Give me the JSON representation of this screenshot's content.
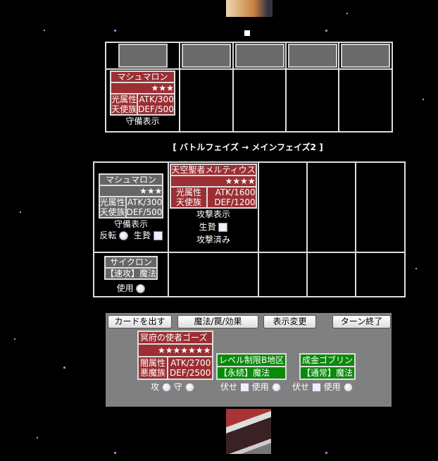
{
  "opponent": {
    "monster": {
      "name": "マシュマロン",
      "stars": "★★★",
      "attribute": "光属性",
      "race": "天使族",
      "atk": "ATK/300",
      "def": "DEF/500",
      "position": "守備表示"
    }
  },
  "phase_text": "[ バトルフェイズ → メインフェイズ2 ]",
  "player": {
    "monsters": [
      {
        "name": "マシュマロン",
        "stars": "★★★",
        "attribute": "光属性",
        "race": "天使族",
        "atk": "ATK/300",
        "def": "DEF/500",
        "position": "守備表示",
        "flip_label": "反転",
        "tribute_label": "生贄"
      },
      {
        "name": "天空聖者メルティウス",
        "stars": "★★★★",
        "attribute": "光属性",
        "race": "天使族",
        "atk": "ATK/1600",
        "def": "DEF/1200",
        "position": "攻撃表示",
        "tribute_label": "生贄",
        "status": "攻撃済み"
      }
    ],
    "spell": {
      "name": "サイクロン",
      "type": "【速攻】魔法",
      "use_label": "使用"
    }
  },
  "controls": {
    "buttons": [
      "カードを出す",
      "魔法/罠/効果",
      "表示変更",
      "ターン終了"
    ],
    "hand_monster": {
      "name": "冥府の使者ゴーズ",
      "stars": "★★★★★★★",
      "attribute": "闇属性",
      "race": "悪魔族",
      "atk": "ATK/2700",
      "def": "DEF/2500",
      "atk_label": "攻",
      "def_label": "守"
    },
    "hand_spells": [
      {
        "name": "レベル制限B地区",
        "type": "【永続】魔法",
        "set_label": "伏せ",
        "use_label": "使用"
      },
      {
        "name": "成金ゴブリン",
        "type": "【通常】魔法",
        "set_label": "伏せ",
        "use_label": "使用"
      }
    ]
  },
  "colors": {
    "monster": "#9b2f33",
    "spell": "#0a8a0a",
    "inactive": "#666666",
    "panel": "#808080"
  }
}
